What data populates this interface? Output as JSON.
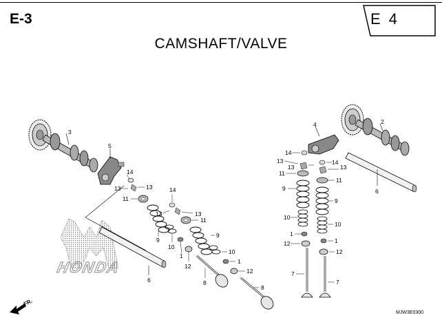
{
  "header": {
    "section_code": "E-3",
    "page_label": "E 4",
    "title": "CAMSHAFT/VALVE"
  },
  "diagram": {
    "watermark_brand": "HONDA",
    "direction_label": "FR.",
    "image_code": "MJW3E0300",
    "callouts": {
      "c1a": "1",
      "c1b": "1",
      "c1c": "1",
      "c2": "2",
      "c3": "3",
      "c4": "4",
      "c5": "5",
      "c6a": "6",
      "c6b": "6",
      "c7a": "7",
      "c7b": "7",
      "c8a": "8",
      "c8b": "8",
      "c9a": "9",
      "c9b": "9",
      "c9c": "9",
      "c9d": "9",
      "c10a": "10",
      "c10b": "10",
      "c10c": "10",
      "c10d": "10",
      "c11a": "11",
      "c11b": "11",
      "c11c": "11",
      "c11d": "11",
      "c12a": "12",
      "c12b": "12",
      "c12c": "12",
      "c12d": "12",
      "c13a": "13",
      "c13b": "13",
      "c13c": "13",
      "c13d": "13",
      "c13e": "13",
      "c13f": "13",
      "c13g": "13",
      "c14a": "14",
      "c14b": "14",
      "c14c": "14",
      "c14d": "14"
    }
  }
}
